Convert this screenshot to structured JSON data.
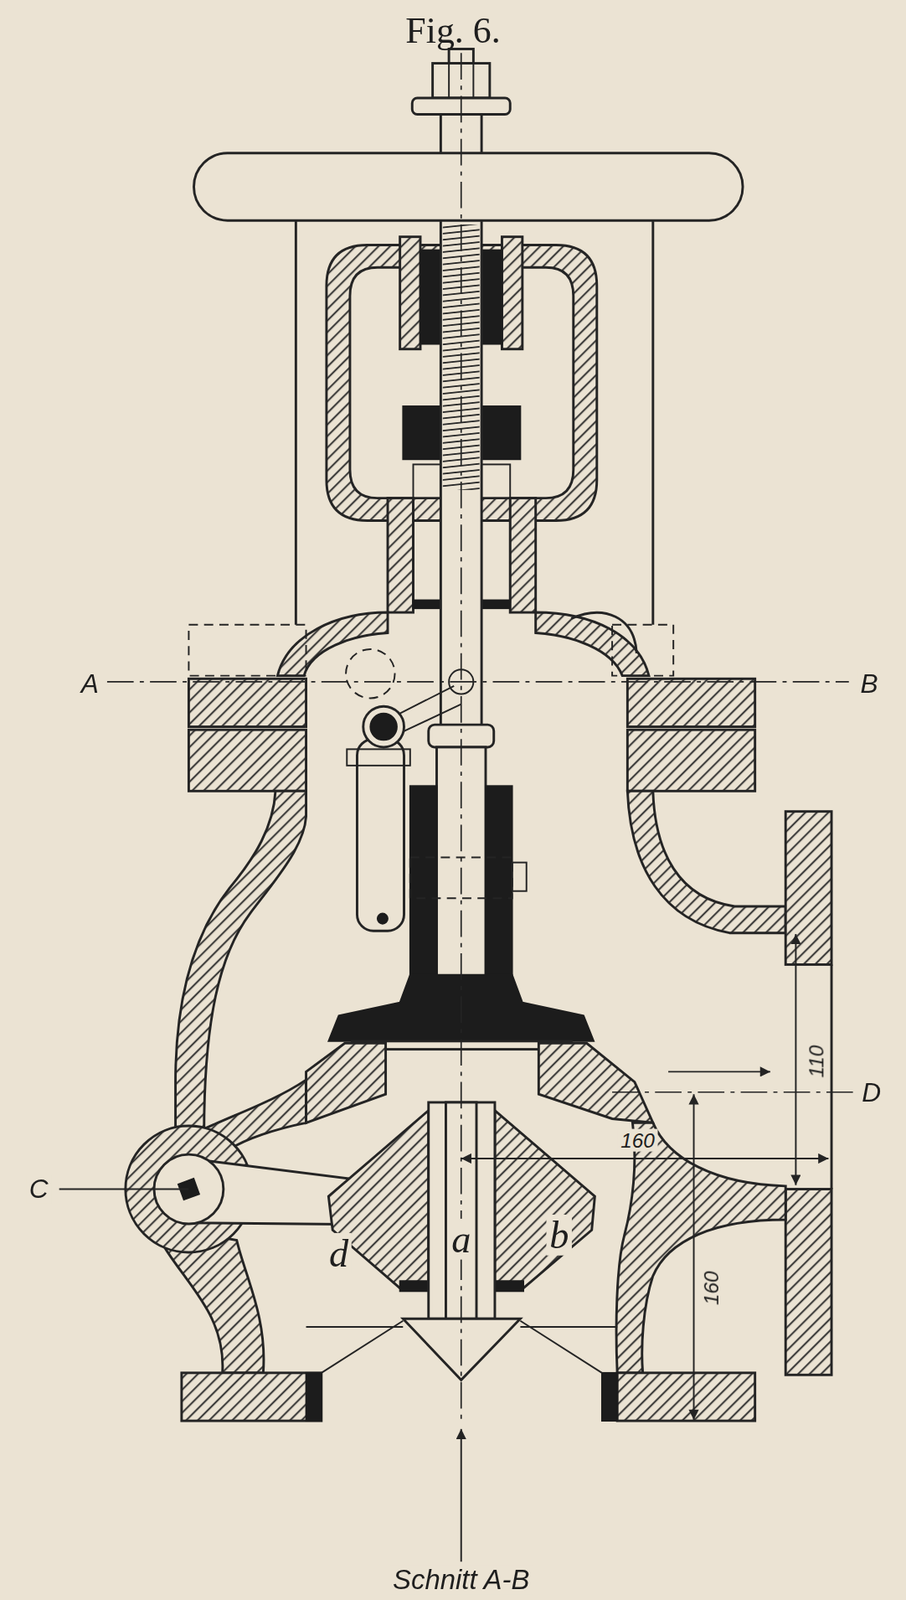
{
  "diagram": {
    "title": "Fig. 6.",
    "caption": "Schnitt A-B",
    "labels": [
      "A",
      "B",
      "C",
      "D",
      "110",
      "160",
      "160",
      "d",
      "a",
      "b"
    ]
  }
}
